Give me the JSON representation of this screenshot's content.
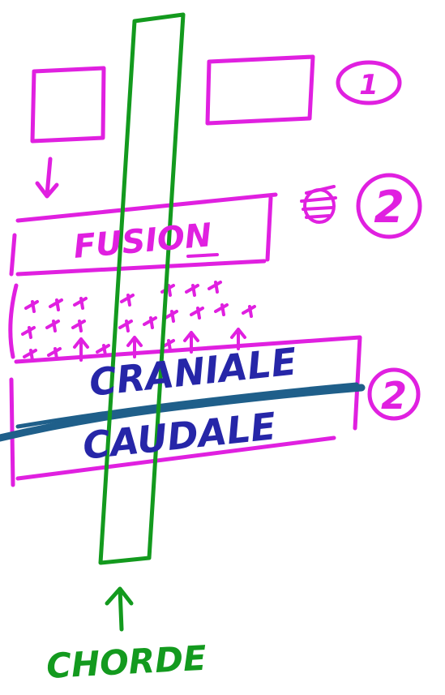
{
  "labels": {
    "fusion": "FUSION",
    "craniale": "CRANIALE",
    "caudale": "CAUDALE",
    "chorde": "CHORDE",
    "step_1": "1",
    "step_2_upper": "2",
    "step_2_lower": "2"
  },
  "colors": {
    "magenta": "#e020e0",
    "green": "#139a1e",
    "navy": "#2626a8",
    "teal_band": "#1f5f8a"
  }
}
